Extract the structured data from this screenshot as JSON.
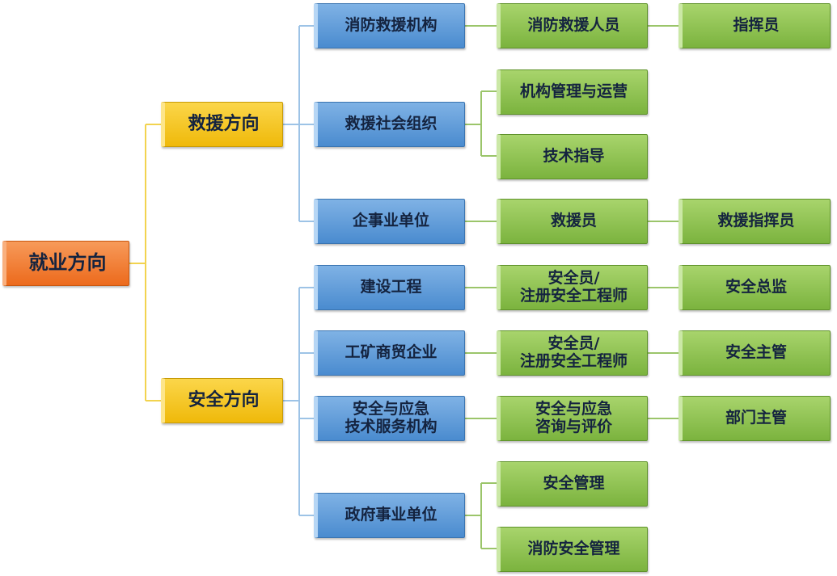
{
  "root": "就业方向",
  "level1": [
    "救援方向",
    "安全方向"
  ],
  "level2": [
    "消防救援机构",
    "救援社会组织",
    "企事业单位",
    "建设工程",
    "工矿商贸企业",
    "安全与应急\n技术服务机构",
    "政府事业单位"
  ],
  "level3": [
    "消防救援人员",
    "机构管理与运营",
    "技术指导",
    "救援员",
    "安全员/\n注册安全工程师",
    "安全员/\n注册安全工程师",
    "安全与应急\n咨询与评价",
    "安全管理",
    "消防安全管理"
  ],
  "level4": [
    "指挥员",
    "救援指挥员",
    "安全总监",
    "安全主管",
    "部门主管"
  ],
  "colors": {
    "root": "#ec6a1c",
    "level1": "#efb90a",
    "level2": "#4a8bcf",
    "level3": "#7bb33e"
  }
}
